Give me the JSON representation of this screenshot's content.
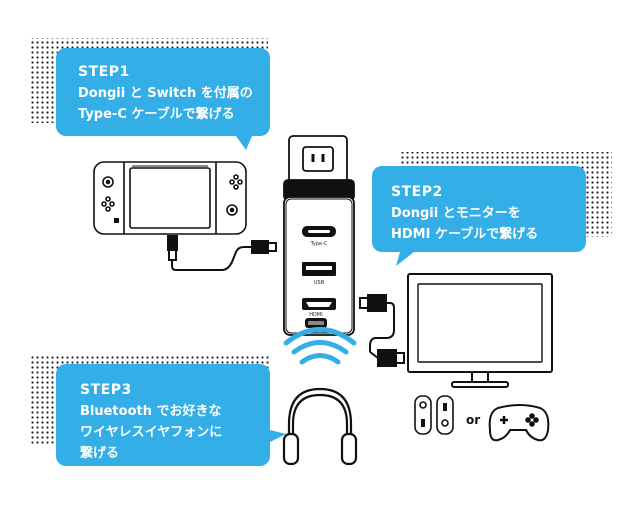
{
  "steps": [
    {
      "title": "STEP1",
      "lines": [
        "Dongii と Switch を付属の",
        "Type-C ケーブルで繋げる"
      ]
    },
    {
      "title": "STEP2",
      "lines": [
        "Dongii とモニターを",
        "HDMI ケーブルで繋げる"
      ]
    },
    {
      "title": "STEP3",
      "lines": [
        "Bluetooth でお好きな",
        "ワイヤレスイヤフォンに",
        "繋げる"
      ]
    }
  ],
  "ports": {
    "typec": "Type-C",
    "usb": "USB",
    "hdmi": "HDMI"
  },
  "or_text": "or",
  "colors": {
    "bubble": "#33aee6",
    "line": "#111111",
    "dots": "#222222"
  },
  "icons": [
    "switch-console-icon",
    "dongle-icon",
    "monitor-icon",
    "headphones-icon",
    "wifi-signal-icon",
    "joycon-icon",
    "gamepad-icon"
  ]
}
